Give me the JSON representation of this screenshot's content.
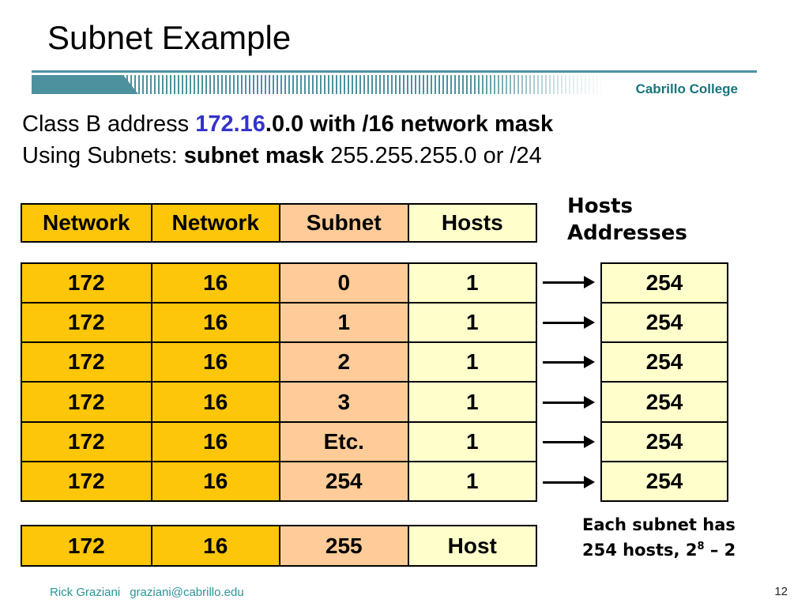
{
  "slide": {
    "title": "Subnet Example",
    "logo": "Cabrillo College",
    "page_number": "12",
    "footer": {
      "author": "Rick Graziani",
      "email": "graziani@cabrillo.edu"
    }
  },
  "intro": {
    "line1": {
      "prefix": "Class B address ",
      "highlight": "172.16",
      "suffix": ".0.0 with /16 network mask"
    },
    "line2": {
      "prefix": "Using Subnets: ",
      "bold": "subnet mask ",
      "suffix": "255.255.255.0 or /24"
    }
  },
  "table": {
    "headers": [
      "Network",
      "Network",
      "Subnet",
      "Hosts"
    ],
    "rows": [
      [
        "172",
        "16",
        "0",
        "1"
      ],
      [
        "172",
        "16",
        "1",
        "1"
      ],
      [
        "172",
        "16",
        "2",
        "1"
      ],
      [
        "172",
        "16",
        "3",
        "1"
      ],
      [
        "172",
        "16",
        "Etc.",
        "1"
      ],
      [
        "172",
        "16",
        "254",
        "1"
      ]
    ],
    "broadcast_row": [
      "172",
      "16",
      "255",
      "Host"
    ]
  },
  "hosts_panel": {
    "label_line1": "Hosts",
    "label_line2": "Addresses",
    "values": [
      "254",
      "254",
      "254",
      "254",
      "254",
      "254"
    ]
  },
  "note": {
    "line1": "Each subnet has",
    "line2_pre": "254 hosts, 2",
    "line2_sup": "8",
    "line2_post": " – 2"
  },
  "colors": {
    "gold": "#FDC608",
    "peach": "#FFCC99",
    "light_yellow": "#FFFFCC",
    "teal_bar": "#4D919E",
    "logo_teal": "#17747B",
    "footer_teal": "#2D9499",
    "accent_blue": "#3333CC"
  }
}
